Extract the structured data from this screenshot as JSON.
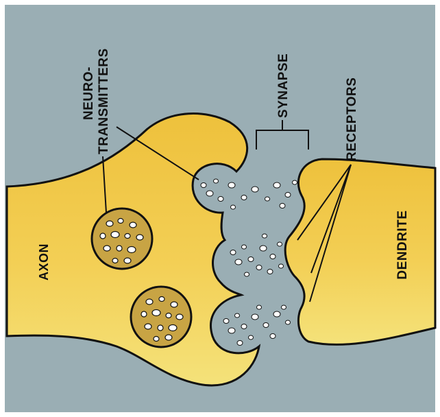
{
  "colors": {
    "background": "#ffffff",
    "cleft": "#9aaeb4",
    "neuron_fill": "#f4c84a",
    "neuron_fill_light": "#f2d86a",
    "vesicle_fill": "#c8a444",
    "outline": "#111111",
    "dot": "#ffffff"
  },
  "labels": {
    "neurotransmitters_line1": "NEURO-",
    "neurotransmitters_line2": "TRANSMITTERS",
    "synapse": "SYNAPSE",
    "receptors": "RECEPTORS",
    "axon": "AXON",
    "dendrite": "DENDRITE"
  }
}
